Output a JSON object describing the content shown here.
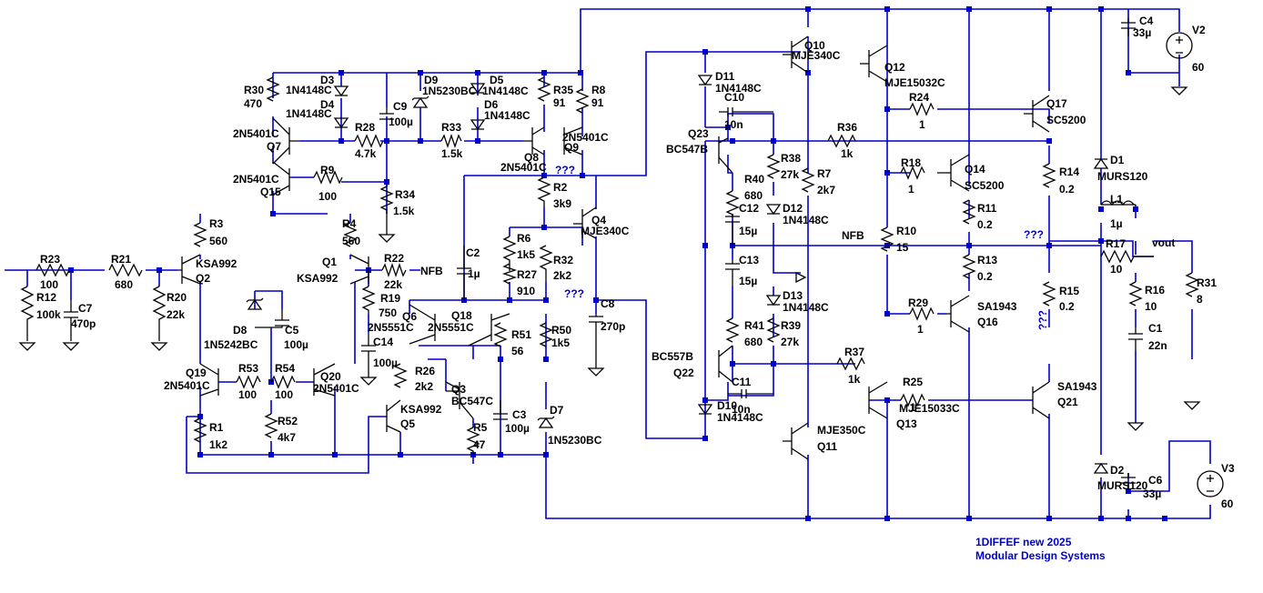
{
  "title_block": {
    "line1": "1DIFFEF new   2025",
    "line2": "Modular Design Systems"
  },
  "labels": {
    "r23": "R23",
    "r23v": "100",
    "r21": "R21",
    "r21v": "680",
    "r12": "R12",
    "r12v": "100k",
    "c7": "C7",
    "c7v": "470p",
    "r20": "R20",
    "r20v": "22k",
    "r3": "R3",
    "r3v": "560",
    "r4": "R4",
    "r4v": "560",
    "q2": "Q2",
    "q2m": "KSA992",
    "q1": "Q1",
    "q1m": "KSA992",
    "r22": "R22",
    "r22v": "22k",
    "nfb1": "NFB",
    "r19": "R19",
    "r19v": "750",
    "c14": "C14",
    "c14v": "100µ",
    "r30": "R30",
    "r30v": "470",
    "d3": "D3",
    "d3m": "1N4148C",
    "d4": "D4",
    "d4m": "1N4148C",
    "c9": "C9",
    "c9v": "100µ",
    "d9": "D9",
    "d9m": "1N5230BC",
    "d5": "D5",
    "d5m": "1N4148C",
    "d6": "D6",
    "d6m": "1N4148C",
    "r35": "R35",
    "r35v": "91",
    "r8": "R8",
    "r8v": "91",
    "r28": "R28",
    "r28v": "4.7k",
    "r33": "R33",
    "r33v": "1.5k",
    "q7": "Q7",
    "q7m": "2N5401C",
    "q15": "Q15",
    "q15m": "2N5401C",
    "r9": "R9",
    "r9v": "100",
    "r34": "R34",
    "r34v": "1.5k",
    "q8": "Q8",
    "q8m": "2N5401C",
    "q9": "Q9",
    "q9m": "2N5401C",
    "q3m1": "???",
    "r2": "R2",
    "r2v": "3k9",
    "q4": "Q4",
    "q4m": "MJE340C",
    "r6": "R6",
    "r6v": "1k5",
    "r32": "R32",
    "r32v": "2k2",
    "r27": "R27",
    "r27v": "910",
    "c2": "C2",
    "c2v": "1µ",
    "c8": "C8",
    "c8v": "270p",
    "q3m2": "???",
    "d8": "D8",
    "d8m": "1N5242BC",
    "c5": "C5",
    "c5v": "100µ",
    "q6": "Q6",
    "q6m": "2N5551C",
    "q18": "Q18",
    "q18m": "2N5551C",
    "r51": "R51",
    "r51v": "56",
    "r50": "R50",
    "r50v": "1k5",
    "q19": "Q19",
    "q19m": "2N5401C",
    "r53": "R53",
    "r53v": "100",
    "r54": "R54",
    "r54v": "100",
    "q20": "Q20",
    "q20m": "2N5401C",
    "r26": "R26",
    "r26v": "2k2",
    "q3": "Q3",
    "q3m": "BC547C",
    "q5": "Q5",
    "q5m": "KSA992",
    "c3": "C3",
    "c3v": "100µ",
    "d7": "D7",
    "d7m": "1N5230BC",
    "r1": "R1",
    "r1v": "1k2",
    "r52": "R52",
    "r52v": "4k7",
    "r5": "R5",
    "r5v": "47",
    "q10": "Q10",
    "q10m": "MJE340C",
    "q12": "Q12",
    "q12m": "MJE15032C",
    "d11": "D11",
    "d11m": "1N4148C",
    "c10": "C10",
    "c10v": "10n",
    "q23": "Q23",
    "q23m": "BC547B",
    "r24": "R24",
    "r24v": "1",
    "q17": "Q17",
    "q17m": "SC5200",
    "r36": "R36",
    "r36v": "1k",
    "r38": "R38",
    "r38v": "27k",
    "r7": "R7",
    "r7v": "2k7",
    "r40": "R40",
    "r40v": "680",
    "r18": "R18",
    "r18v": "1",
    "q14": "Q14",
    "q14m": "SC5200",
    "r14": "R14",
    "r14v": "0.2",
    "c12": "C12",
    "c12v": "15µ",
    "d12": "D12",
    "d12m": "1N4148C",
    "r11": "R11",
    "r11v": "0.2",
    "r10": "R10",
    "r10v": "15",
    "nfb2": "NFB",
    "q3m3": "???",
    "c13": "C13",
    "c13v": "15µ",
    "r13": "R13",
    "r13v": "0.2",
    "d13": "D13",
    "d13m": "1N4148C",
    "r29": "R29",
    "r29v": "1",
    "q16m": "SA1943",
    "q16": "Q16",
    "r15": "R15",
    "r15v": "0.2",
    "q3m4": "???",
    "r41": "R41",
    "r41v": "680",
    "r39": "R39",
    "r39v": "27k",
    "q22m": "BC557B",
    "q22": "Q22",
    "r37": "R37",
    "r37v": "1k",
    "c11": "C11",
    "c11v": "10n",
    "d10": "D10",
    "d10m": "1N4148C",
    "r25": "R25",
    "r25v": "1",
    "q13m": "MJE15033C",
    "q13": "Q13",
    "q11m": "MJE350C",
    "q11": "Q11",
    "q21m": "SA1943",
    "q21": "Q21",
    "c4": "C4",
    "c4v": "33µ",
    "v2": "V2",
    "v2v": "60",
    "d1": "D1",
    "d1m": "MURS120",
    "l1": "L1",
    "l1v": "1µ",
    "vout": "vout",
    "r17": "R17",
    "r17v": "10",
    "r16": "R16",
    "r16v": "10",
    "r31": "R31",
    "r31v": "8",
    "c1": "C1",
    "c1v": "22n",
    "d2": "D2",
    "d2m": "MURS120",
    "c6": "C6",
    "c6v": "33µ",
    "v3": "V3",
    "v3v": "60"
  },
  "colors": {
    "wire": "#0000cc",
    "component": "#000000",
    "annotation": "#0000cc",
    "background": "#ffffff"
  }
}
